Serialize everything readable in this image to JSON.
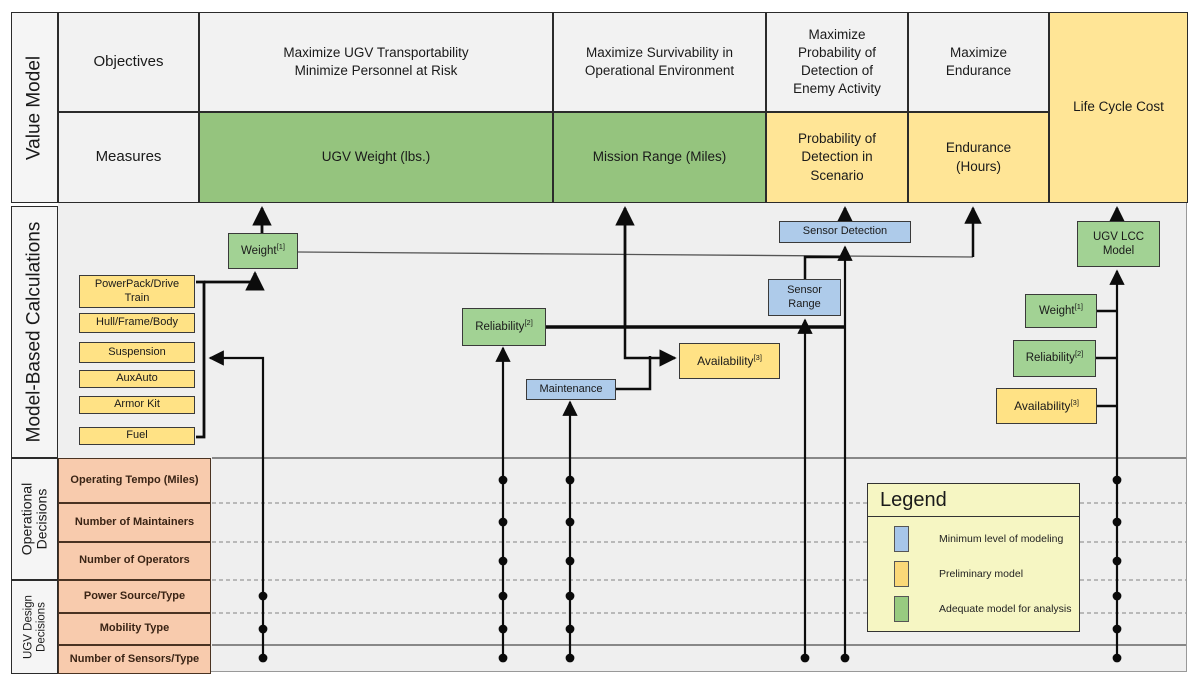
{
  "sections": {
    "value_model": "Value Model",
    "calculations": "Model-Based Calculations",
    "operational": "Operational Decisions",
    "design": "UGV Design Decisions"
  },
  "value_model": {
    "row_headers": {
      "objectives": "Objectives",
      "measures": "Measures"
    },
    "columns": [
      {
        "objective": "Maximize UGV Transportability\nMinimize Personnel at Risk",
        "measure": "UGV Weight (lbs.)",
        "measure_status": "adequate"
      },
      {
        "objective": "Maximize Survivability in\nOperational Environment",
        "measure": "Mission Range (Miles)",
        "measure_status": "adequate"
      },
      {
        "objective": "Maximize\nProbability of\nDetection of\nEnemy Activity",
        "measure": "Probability of\nDetection in\nScenario",
        "measure_status": "preliminary"
      },
      {
        "objective": "Maximize\nEndurance",
        "measure": "Endurance\n(Hours)",
        "measure_status": "preliminary"
      }
    ],
    "life_cycle_cost": "Life Cycle Cost"
  },
  "calc": {
    "weight": {
      "label": "Weight",
      "sup": "[1]"
    },
    "reliability": {
      "label": "Reliability",
      "sup": "[2]"
    },
    "availability": {
      "label": "Availability",
      "sup": "[3]"
    },
    "maintenance": "Maintenance",
    "sensor_detection": "Sensor Detection",
    "sensor_range": "Sensor Range",
    "ugv_lcc_model": "UGV LCC Model",
    "components": [
      "PowerPack/Drive Train",
      "Hull/Frame/Body",
      "Suspension",
      "AuxAuto",
      "Armor Kit",
      "Fuel"
    ]
  },
  "decisions": {
    "operational": [
      "Operating Tempo (Miles)",
      "Number of Maintainers",
      "Number of Operators"
    ],
    "design": [
      "Power Source/Type",
      "Mobility Type",
      "Number of Sensors/Type"
    ]
  },
  "legend": {
    "title": "Legend",
    "items": [
      {
        "label": "Minimum level of modeling",
        "color": "#A7C6E9"
      },
      {
        "label": "Preliminary model",
        "color": "#FBD878"
      },
      {
        "label": "Adequate model for analysis",
        "color": "#98CB80"
      }
    ]
  },
  "colors": {
    "green_cell": "#95C47E",
    "green_box": "#A2D294",
    "yellow_cell": "#FFE596",
    "yellow_box": "#FFE285",
    "blue_box": "#AECBEA",
    "orange_cell": "#F8CBAD",
    "legend_bg": "#F6F6C3"
  }
}
